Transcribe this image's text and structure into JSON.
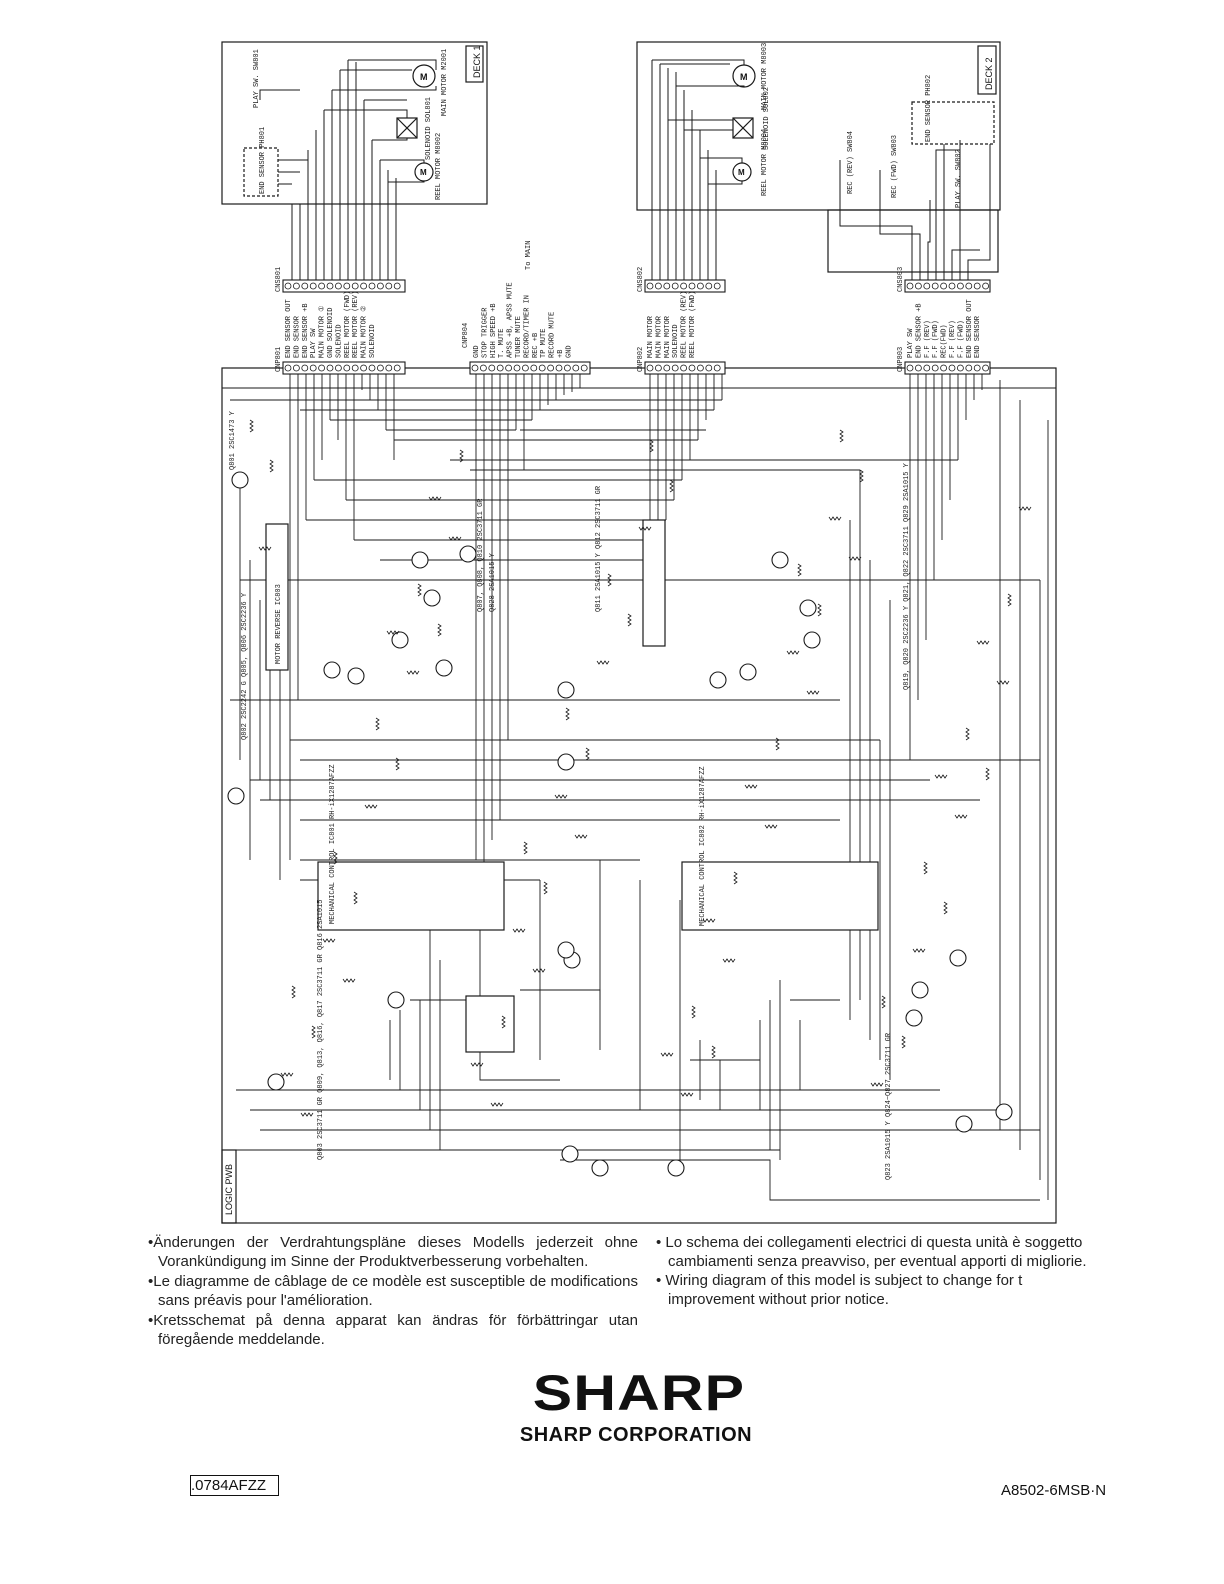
{
  "schematic": {
    "deck1_label": "DECK 1",
    "deck2_label": "DECK 2",
    "board_label": "LOGIC PWB",
    "connectors": {
      "cns801": "CNS801",
      "cnp801": "CNP801",
      "cnp804": "CNP804",
      "cns802": "CNS802",
      "cnp802": "CNP802",
      "cns803": "CNS803",
      "cnp803": "CNP803"
    },
    "to_main": "To MAIN",
    "deck1": {
      "play_sw": "PLAY SW. SW801",
      "main_motor": "MAIN MOTOR M2001",
      "solenoid": "SOLENOID SOL801",
      "reel_motor": "REEL MOTOR M8002",
      "end_sensor": "END SENSOR PH801"
    },
    "deck2": {
      "main_motor": "MAIN MOTOR M8003",
      "solenoid": "SOLENOID SOL802",
      "reel_motor": "REEL MOTOR M8004",
      "end_sensor": "END SENSOR PH802",
      "rec_sw_rev": "REC (REV) SW804",
      "rec_sw_fwd": "REC (FWD) SW803",
      "play_sw": "PLAY SW. SW802"
    },
    "pins_cnp801": [
      "END SENSOR OUT",
      "END SENSOR",
      "END SENSOR +B",
      "PLAY SW",
      "MAIN MOTOR ①",
      "GND SOLENOID",
      "SOLENOID",
      "REEL MOTOR (FWD)",
      "REEL MOTOR (REV)",
      "MAIN MOTOR ②",
      "SOLENOID"
    ],
    "pins_cnp804": [
      "GND",
      "STOP TRIGGER",
      "HIGH SPEED +B",
      "T. MUTE",
      "APSS +B, APSS MUTE",
      "TUNER MUTE",
      "RECORD/TIMER IN",
      "REC +B",
      "TP MUTE",
      "RECORD MUTE",
      "+B",
      "GND"
    ],
    "pins_cnp802": [
      "MAIN MOTOR",
      "MAIN MOTOR",
      "MAIN MOTOR",
      "SOLENOID",
      "REEL MOTOR (REV)",
      "REEL MOTOR (FWD)"
    ],
    "pins_cnp803": [
      "PLAY SW",
      "END SENSOR +B",
      "F.F (REV)",
      "F.F (FWD)",
      "REC(FWD)",
      "F.F (REV)",
      "F.F (FWD)",
      "END SENSOR OUT",
      "END SENSOR"
    ],
    "ic_left": "MECHANICAL CONTROL IC801 RH-iX1287AFZZ",
    "ic_right": "MECHANICAL CONTROL IC802 RH-iX1287AFZZ",
    "ic_small": "MOTOR REVERSE IC803",
    "transistors": {
      "q801": "Q801 2SC1473 Y",
      "q802_806": "Q802 2SC2242 G  Q805, Q806 2SC2236 Y",
      "q807_810": "Q807, Q808, Q810 2SC3711 GR",
      "q828": "Q828 2SA1015 Y",
      "q811_812": "Q811 2SA1015 Y  Q812 2SC3711 GR",
      "q819_829": "Q819, Q820 2SC2236 Y  Q821, Q822 2SC3711  Q829 2SA1015 Y",
      "q803_816": "Q803 2SC3711 GR  Q809, Q813, Q816, Q817 2SC3711 GR  Q816 2SA1015",
      "q823_827": "Q823 2SA1015 Y  Q824~Q827 2SC3711 GR"
    }
  },
  "notes_left": [
    "•Änderungen der Verdrahtungspläne dieses Modells jederzeit ohne Vorankündigung im Sinne der Produktverbesserung vorbehalten.",
    "•Le diagramme de câblage de ce modèle est susceptible de modifications sans préavis pour l'amélioration.",
    "•Kretsschemat på denna apparat kan ändras för förbättringar utan föregående meddelande."
  ],
  "notes_right": [
    "• Lo schema dei collegamenti electrici di questa unità è soggetto",
    "cambiamenti senza preavviso, per eventual apporti di migliorie.",
    "• Wiring diagram of this model is subject to change for t",
    "improvement without prior notice."
  ],
  "brand": {
    "logo": "SHARP",
    "corporation": "SHARP CORPORATION"
  },
  "footer": {
    "part_number": ".0784AFZZ",
    "doc_number": "A8502-6MSB·N"
  }
}
